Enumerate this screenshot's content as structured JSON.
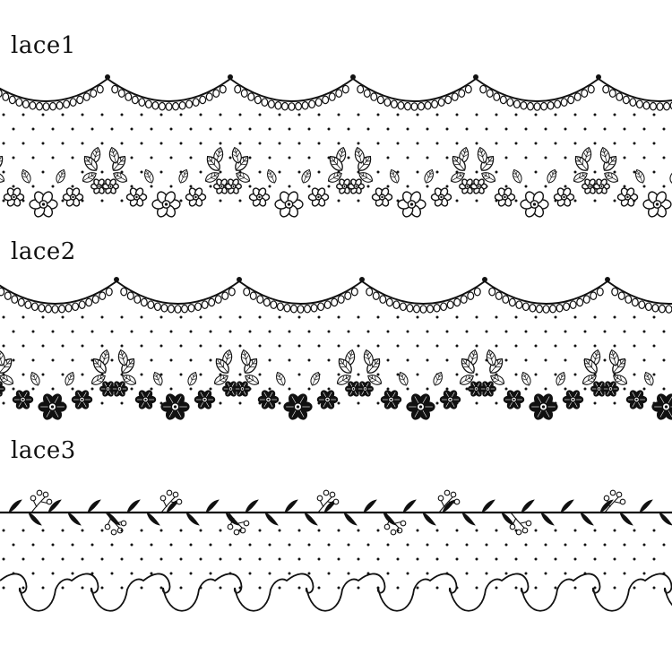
{
  "labels": [
    "lace1",
    "lace2",
    "lace3"
  ],
  "colors": {
    "ink": "#111111",
    "paper": "#ffffff"
  },
  "bands": [
    {
      "style": "scallop-hem-with-outline-flowers",
      "flower_fill": "outline"
    },
    {
      "style": "scallop-hem-with-solid-flowers",
      "flower_fill": "solid"
    },
    {
      "style": "leaf-vine-with-loop-scallops"
    }
  ],
  "icons": [
    "flower-icon",
    "leaf-icon",
    "berry-sprig-icon"
  ]
}
